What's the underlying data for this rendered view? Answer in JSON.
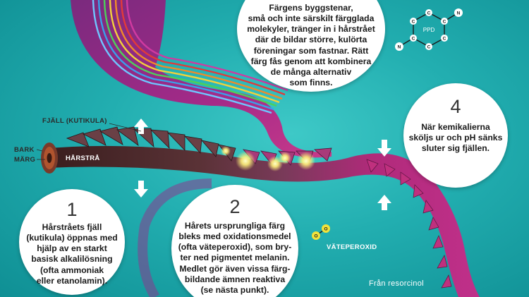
{
  "labels": {
    "cuticle": "FJÄLL (KUTIKULA)",
    "bark": "BARK",
    "marg": "MÄRG",
    "harstra": "HÅRSTRÅ",
    "vateperoxid": "VÄTEPEROXID",
    "resorcinol": "Från resorcinol",
    "ppd": "PPD",
    "atom_c": "C",
    "atom_n": "N",
    "atom_o": "O"
  },
  "bubbles": {
    "b1": {
      "num": "1",
      "text": "Hårstråets fjäll\n(kutikula) öppnas med\nhjälp av en starkt\nbasisk alkalilösning\n(ofta ammoniak\neller etanolamin)."
    },
    "b2": {
      "num": "2",
      "text": "Hårets ursprungliga färg\nbleks med oxidationsmedel\n(ofta väteperoxid), som bry-\nter ned pigmentet melanin.\nMedlet gör även vissa färg-\nbildande ämnen reaktiva\n(se nästa punkt)."
    },
    "b3": {
      "text": "Färgens byggstenar,\nsmå och inte särskilt färgglada\nmolekyler, tränger in i hårstrået\ndär de bildar större, kulörta\nföreningar som fastnar. Rätt\nfärg fås genom att  kombinera\nde många alternativ\nsom finns."
    },
    "b4": {
      "num": "4",
      "text": "När kemikalierna\nsköljs ur och pH sänks\nsluter sig fjällen."
    }
  },
  "colors": {
    "teal": "#22aeb0",
    "magenta": "#b0207a",
    "purple": "#6b2a7e",
    "hair_dark": "#4a2a2a",
    "arrow_white": "#ffffff",
    "oxygen_yellow": "#f2e23a"
  }
}
